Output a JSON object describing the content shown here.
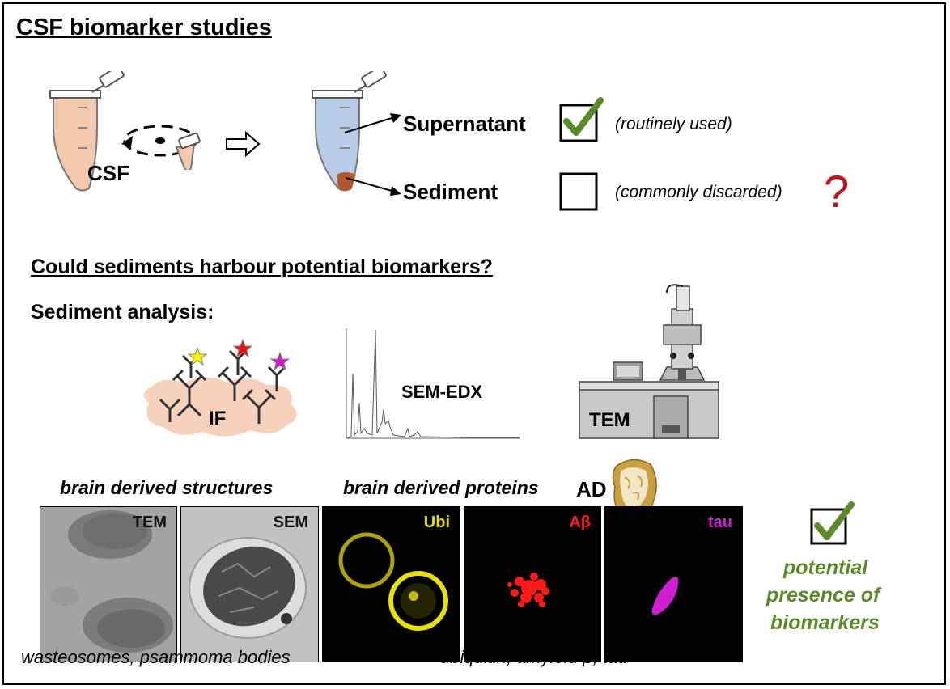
{
  "title": "CSF biomarker studies",
  "top": {
    "csf_label": "CSF",
    "supernatant_label": "Supernatant",
    "supernatant_note": "(routinely used)",
    "sediment_label": "Sediment",
    "sediment_note": "(commonly discarded)",
    "question_mark": "?"
  },
  "question": "Could sediments harbour potential biomarkers?",
  "analysis": {
    "heading": "Sediment analysis:",
    "if_label": "IF",
    "semedx_label": "SEM-EDX",
    "tem_label": "TEM"
  },
  "bottom": {
    "structures_heading": "brain derived structures",
    "proteins_heading": "brain derived proteins",
    "ad_label": "AD",
    "panels": [
      {
        "label": "TEM"
      },
      {
        "label": "SEM"
      },
      {
        "label": "Ubi"
      },
      {
        "label": "Aβ"
      },
      {
        "label": "tau"
      }
    ],
    "structures_caption": "wasteosomes, psammoma bodies",
    "proteins_caption": "ubiquitin, amyloid β, tau",
    "conclusion_line1": "potential",
    "conclusion_line2": "presence of",
    "conclusion_line3": "biomarkers"
  },
  "colors": {
    "check_green": "#5a8a2a",
    "question_red": "#c0141e",
    "csf_fill": "#f3c9ae",
    "supernatant_fill": "#b8cce8",
    "sediment_fill": "#b0582a",
    "cloud_fill": "#f6d2bc",
    "ubi_yellow": "#e8e000",
    "abeta_red": "#ff1a1a",
    "tau_magenta": "#d21ed2"
  }
}
